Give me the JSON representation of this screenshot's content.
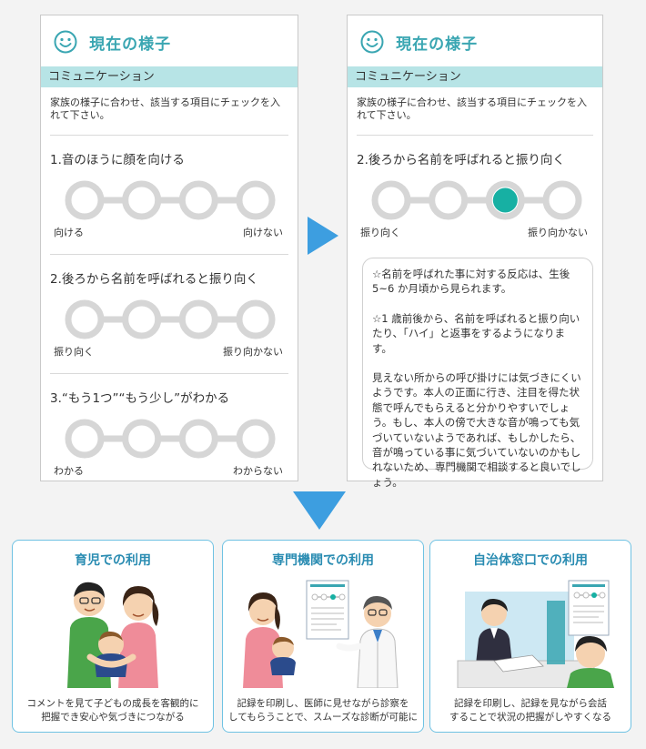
{
  "screen": {
    "title": "現在の様子",
    "section": "コミュニケーション",
    "instruction": "家族の様子に合わせ、該当する項目にチェックを入れて下さい。"
  },
  "questions": [
    {
      "text": "1.音のほうに顔を向ける",
      "left_label": "向ける",
      "right_label": "向けない",
      "selected": null
    },
    {
      "text": "2.後ろから名前を呼ばれると振り向く",
      "left_label": "振り向く",
      "right_label": "振り向かない",
      "selected": null
    },
    {
      "text": "3.“もう1つ”“もう少し”がわかる",
      "left_label": "わかる",
      "right_label": "わからない",
      "selected": null
    }
  ],
  "detail": {
    "question": {
      "text": "2.後ろから名前を呼ばれると振り向く",
      "left_label": "振り向く",
      "right_label": "振り向かない",
      "selected": 3
    },
    "info_paragraphs": [
      "☆名前を呼ばれた事に対する反応は、生後 5~6 か月頃から見られます。",
      "☆1 歳前後から、名前を呼ばれると振り向いたり、「ハイ」と返事をするようになります。",
      "見えない所からの呼び掛けには気づきにくいようです。本人の正面に行き、注目を得た状態で呼んでもらえると分かりやすいでしょう。もし、本人の傍で大きな音が鳴っても気づいていないようであれば、もしかしたら、音が鳴っている事に気づいていないのかもしれないため、専門機関で相談すると良いでしょう。"
    ]
  },
  "use_cases": [
    {
      "title": "育児での利用",
      "caption_lines": [
        "コメントを見て子どもの成長を客観的に",
        "把握でき安心や気づきにつながる"
      ]
    },
    {
      "title": "専門機関での利用",
      "caption_lines": [
        "記録を印刷し、医師に見せながら診察を",
        "してもらうことで、スムーズな診断が可能に"
      ]
    },
    {
      "title": "自治体窓口での利用",
      "caption_lines": [
        "記録を印刷し、記録を見ながら会話",
        "することで状況の把握がしやすくなる"
      ]
    }
  ],
  "colors": {
    "accent": "#3aa6b2",
    "band": "#b7e4e6",
    "scale_gray": "#d6d6d6",
    "selected": "#17b0a3",
    "arrow": "#3d9ee0",
    "card_border": "#6fc2e3"
  }
}
